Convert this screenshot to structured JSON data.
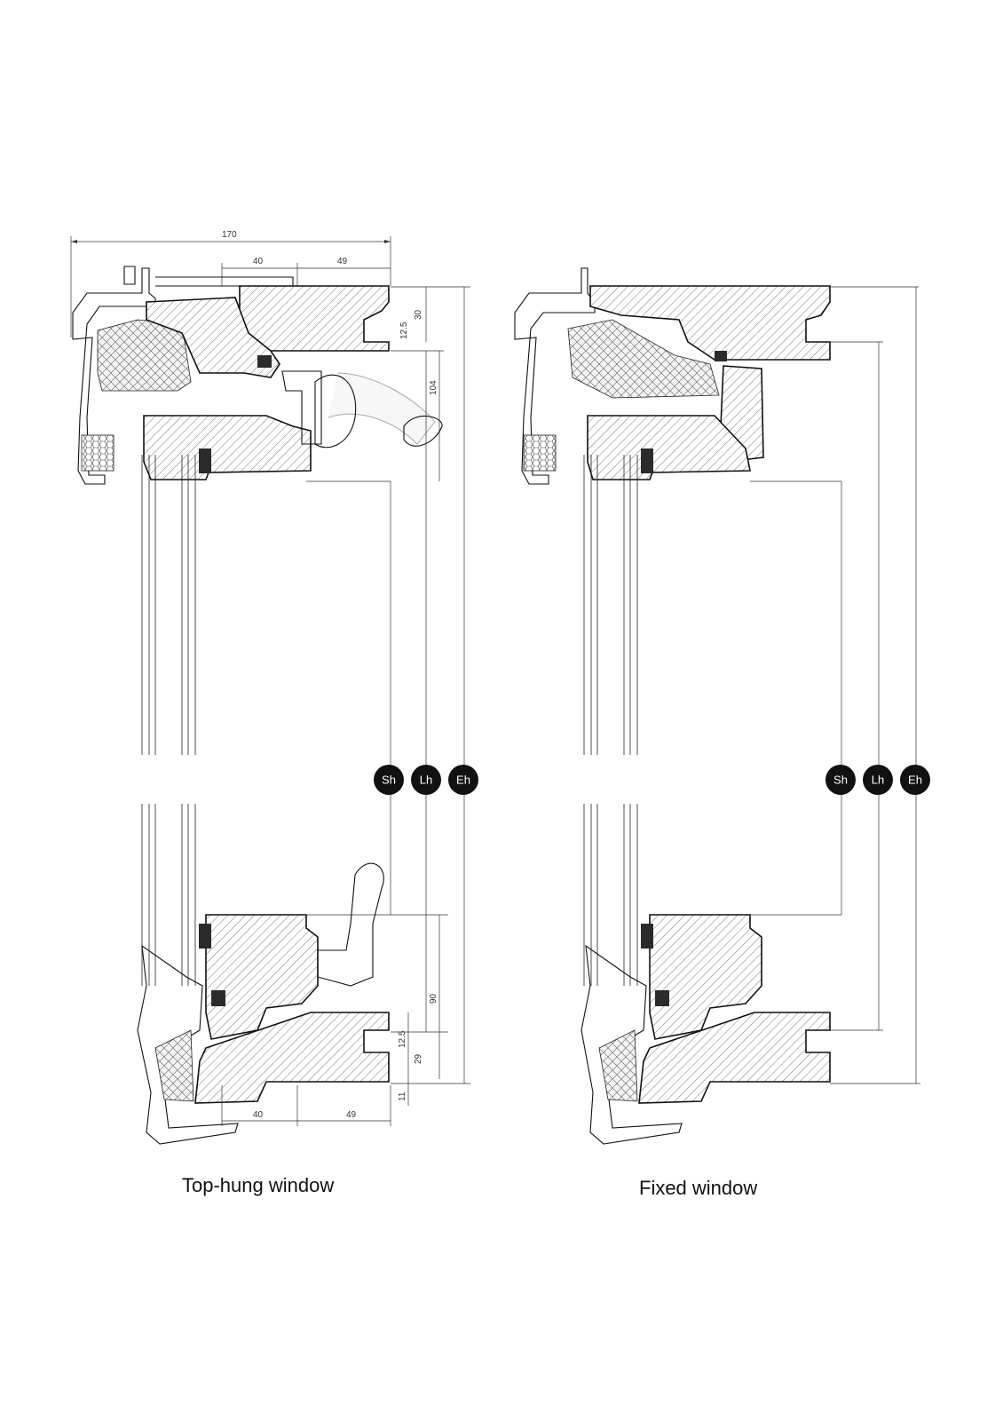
{
  "captions": {
    "left": "Top-hung window",
    "right": "Fixed window"
  },
  "dimensions": {
    "top_overall": "170",
    "top_left": "40",
    "top_right": "49",
    "top_v_125": "12.5",
    "top_v_30": "30",
    "top_v_104": "104",
    "bot_v_90": "90",
    "bot_v_125": "12.5",
    "bot_v_29": "29",
    "bot_v_11": "11",
    "bot_left": "40",
    "bot_right": "49"
  },
  "markers": {
    "left": [
      "Sh",
      "Lh",
      "Eh"
    ],
    "right": [
      "Sh",
      "Lh",
      "Eh"
    ]
  },
  "colors": {
    "line": "#111111",
    "badge": "#111111",
    "gasket": "#2b2b2b",
    "hatch": "#555555"
  }
}
